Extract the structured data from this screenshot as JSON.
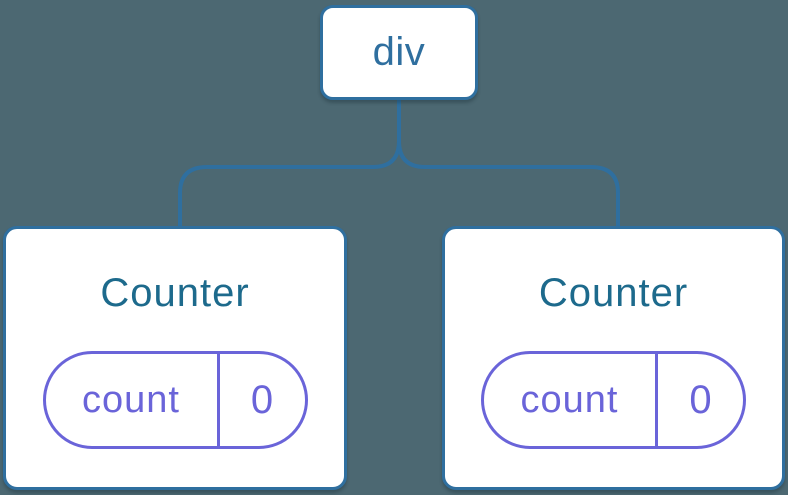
{
  "diagram": {
    "type": "component-tree",
    "root": {
      "label": "div"
    },
    "children": [
      {
        "title": "Counter",
        "state": {
          "key": "count",
          "value": "0"
        }
      },
      {
        "title": "Counter",
        "state": {
          "key": "count",
          "value": "0"
        }
      }
    ]
  },
  "colors": {
    "background": "#4C6872",
    "connector": "#2F6F9F",
    "node_border": "#2F6F9F",
    "node_fill": "#FFFFFF",
    "root_label_text": "#2F6F9F",
    "component_title_text": "#1D6A8C",
    "state_accent": "#6A64D9"
  }
}
